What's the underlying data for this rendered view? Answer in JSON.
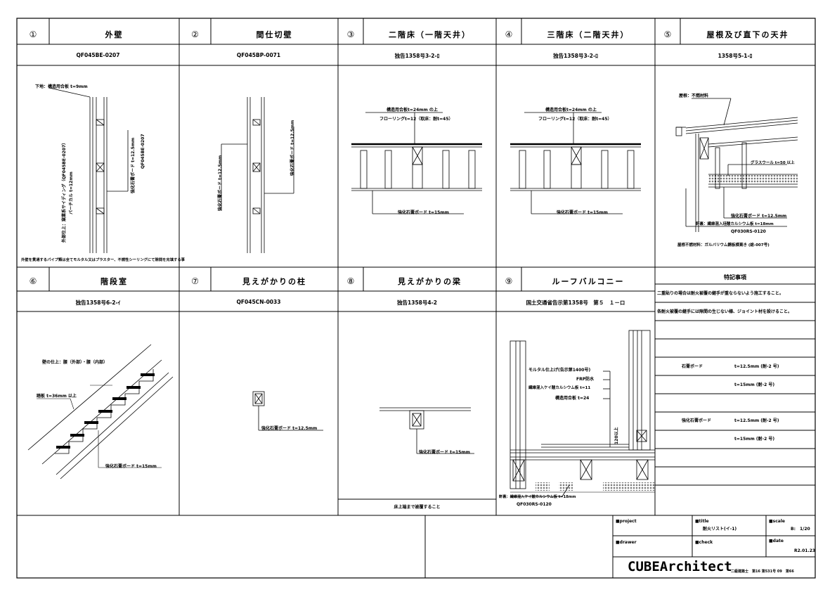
{
  "panels": [
    {
      "num": "①",
      "title": "外壁",
      "code": "QF045BE-0207"
    },
    {
      "num": "②",
      "title": "間仕切壁",
      "code": "QF045BP-0071"
    },
    {
      "num": "③",
      "title": "二階床（一階天井）",
      "code": "独告1358号3-2-ﾛ"
    },
    {
      "num": "④",
      "title": "三階床（二階天井）",
      "code": "独告1358号3-2-ﾛ"
    },
    {
      "num": "⑤",
      "title": "屋根及び直下の天井",
      "code": "1358号5-1-ﾛ"
    },
    {
      "num": "⑥",
      "title": "階段室",
      "code": "独告1358号6-2-ｲ"
    },
    {
      "num": "⑦",
      "title": "見えがかりの柱",
      "code": "QF045CN-0033"
    },
    {
      "num": "⑧",
      "title": "見えがかりの梁",
      "code": "独告1358号4-2"
    },
    {
      "num": "⑨",
      "title": "ルーフバルコニー",
      "code": "国土交通省告示第1358号　第５　１－ロ"
    }
  ],
  "notes": {
    "title": "特記事項",
    "line1": "二重貼りの場合は耐火被覆の継手が重ならないよう施工すること。",
    "line2": "各耐火被覆の継手には隙間の生じない様、ジョイント材を設けること。",
    "r1_name": "石膏ボード",
    "r1_a": "t=12.5mm (耐-2 号)",
    "r1_b": "t=15mm (耐-2 号)",
    "r2_name": "強化石膏ボード",
    "r2_a": "t=12.5mm (耐-2 号)",
    "r2_b": "t=15mm (耐-2 号)"
  },
  "labels": {
    "p1_a": "下地：構造用合板 t=9mm",
    "p1_b": "外部仕上：窯業系サイディング（QF045BE-0207）",
    "p1_c": "バーチカル t=12mm",
    "p1_d": "強化石膏ボード t=12.5mm",
    "p1_e": "QF045BE-0207",
    "p1_foot": "外壁を貫通するパイプ類は全てモルタル又はプラスター、不燃性シーリングにて隙間を充填する事",
    "p2_a": "強化石膏ボード t=12.5mm",
    "p2_b": "強化石膏ボード t=12.5mm",
    "p3_a": "構造用合板t=24mm の上",
    "p3_b": "フローリングt=12（取床：耐t=45）",
    "p3_c": "強化石膏ボード t=15mm",
    "p4_a": "構造用合板t=24mm の上",
    "p4_b": "フローリングt=12（取床：耐t=45）",
    "p4_c": "強化石膏ボード t=15mm",
    "p5_a": "屋根：不燃材料",
    "p5_b": "グラスウール t=50 以上",
    "p5_c": "強化石膏ボード t=12.5mm",
    "p5_d": "軒裏：繊維混入珪酸カルシウム板 t=18mm",
    "p5_e": "QF030RS-0120",
    "p5_f": "屋根不燃材料：ガルバリウム鋼板横葺き (総-007号)",
    "p6_a": "壁の仕上：腰（外部）・腰（内部）",
    "p6_b": "踏板 t=36mm 以上",
    "p6_c": "強化石膏ボード t=15mm",
    "p7_a": "強化石膏ボード t=12.5mm",
    "p8_a": "強化石膏ボード t=15mm",
    "p8_foot": "床上端まで被覆すること",
    "p9_a": "モルタル仕上げ(告示第1400号)",
    "p9_b": "FRP防水",
    "p9_c": "繊維混入ケイ酸カルシウム板 t=11",
    "p9_d": "構造用合板 t=24",
    "p9_e": "120以上",
    "p9_f": "軒裏：繊維混入ケイ酸カルシウム板 t=18mm",
    "p9_g": "QF030RS-0120"
  },
  "titleblock": {
    "project_label": "■project",
    "title_label": "■title",
    "title_value": "耐火リスト(イ-1)",
    "scale_label": "■scale",
    "scale_value": "B:　1/20",
    "drawer_label": "■drawer",
    "check_label": "■check",
    "date_label": "■date",
    "date_value": "R2.01.23",
    "logo": "CUBEArchitect",
    "office": "二級建築士　第16 第531号 09　第66"
  }
}
